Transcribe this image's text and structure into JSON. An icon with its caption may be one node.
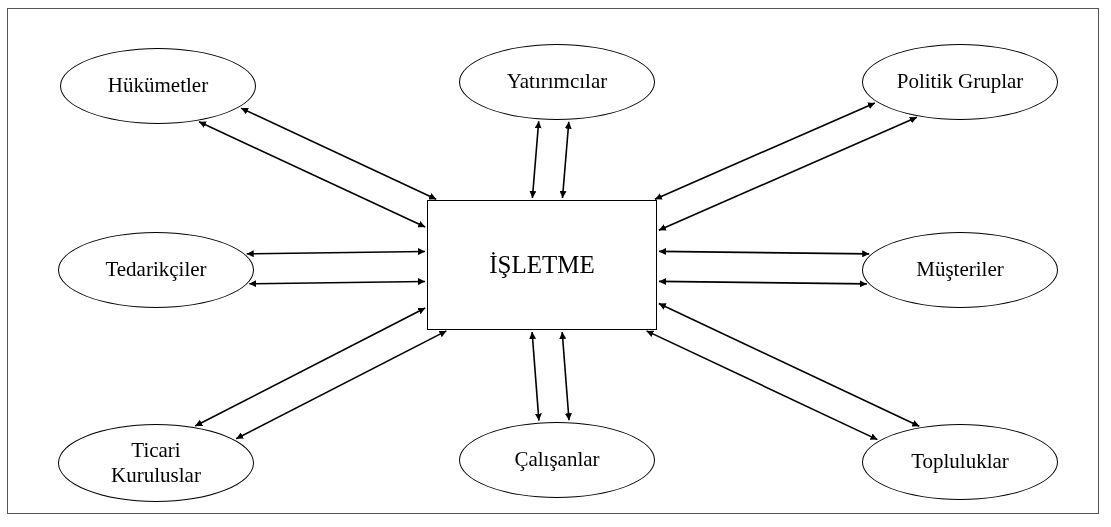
{
  "diagram": {
    "nodes": [
      {
        "text": [
          "Hükümetler"
        ]
      },
      {
        "text": [
          "Yatırımcılar"
        ]
      },
      {
        "text": [
          "Politik Gruplar"
        ]
      },
      {
        "text": [
          "Tedarikçiler"
        ]
      },
      {
        "text": [
          "İŞLETME"
        ]
      },
      {
        "text": [
          "Müşteriler"
        ]
      },
      {
        "text": [
          "Ticari Kuruluslar"
        ]
      },
      {
        "text": [
          "Çalışanlar"
        ]
      },
      {
        "text": [
          "Topluluklar"
        ]
      }
    ],
    "edges": [
      {
        "from": 4,
        "to": 0,
        "arrow": "both"
      },
      {
        "from": 4,
        "to": 0,
        "arrow": "both"
      },
      {
        "from": 4,
        "to": 1,
        "arrow": "both"
      },
      {
        "from": 4,
        "to": 1,
        "arrow": "both"
      },
      {
        "from": 4,
        "to": 2,
        "arrow": "both"
      },
      {
        "from": 4,
        "to": 2,
        "arrow": "both"
      },
      {
        "from": 4,
        "to": 3,
        "arrow": "both"
      },
      {
        "from": 4,
        "to": 3,
        "arrow": "both"
      },
      {
        "from": 4,
        "to": 5,
        "arrow": "both"
      },
      {
        "from": 4,
        "to": 5,
        "arrow": "both"
      },
      {
        "from": 4,
        "to": 6,
        "arrow": "both"
      },
      {
        "from": 4,
        "to": 6,
        "arrow": "both"
      },
      {
        "from": 4,
        "to": 7,
        "arrow": "both"
      },
      {
        "from": 4,
        "to": 7,
        "arrow": "both"
      },
      {
        "from": 4,
        "to": 8,
        "arrow": "both"
      },
      {
        "from": 4,
        "to": 8,
        "arrow": "both"
      }
    ]
  }
}
